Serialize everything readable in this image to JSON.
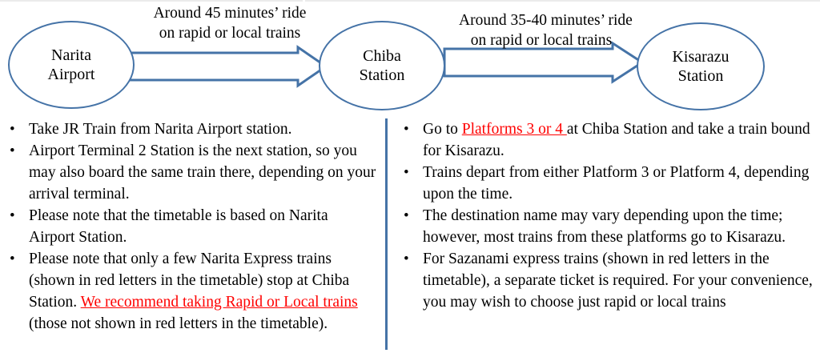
{
  "diagram": {
    "nodes": [
      {
        "name": "narita-airport",
        "line1": "Narita",
        "line2": "Airport"
      },
      {
        "name": "chiba-station",
        "line1": "Chiba",
        "line2": "Station"
      },
      {
        "name": "kisarazu-station",
        "line1": "Kisarazu",
        "line2": "Station"
      }
    ],
    "edges": [
      {
        "name": "narita-to-chiba",
        "line1": "Around 45 minutes’ ride",
        "line2": "on rapid or local trains"
      },
      {
        "name": "chiba-to-kisarazu",
        "line1": "Around 35-40 minutes’ ride",
        "line2": "on rapid or local trains"
      }
    ]
  },
  "colors": {
    "shape_stroke": "#4573A7",
    "divider": "#4573A7",
    "highlight_text": "#FF0000",
    "body_text": "#000000",
    "background": "#FFFFFF"
  },
  "left_column": {
    "bullets": [
      {
        "id": "take-jr-train",
        "parts": [
          {
            "text": "Take JR Train from Narita Airport station.",
            "style": "normal"
          }
        ]
      },
      {
        "id": "airport-terminal-2",
        "parts": [
          {
            "text": "Airport Terminal 2 Station is the next station, so you may also board the same train there, depending on your arrival terminal.",
            "style": "normal"
          }
        ]
      },
      {
        "id": "timetable-based-on-narita",
        "parts": [
          {
            "text": "Please note that the timetable is based on Narita Airport Station.",
            "style": "normal"
          }
        ]
      },
      {
        "id": "narita-express-note",
        "parts": [
          {
            "text": "Please note that only a few Narita Express trains (shown in red letters in the timetable) stop at Chiba Station. ",
            "style": "normal"
          },
          {
            "text": "We recommend taking Rapid or Local trains",
            "style": "highlight"
          },
          {
            "text": " (those not shown in red letters in the timetable).",
            "style": "normal"
          }
        ]
      }
    ]
  },
  "right_column": {
    "bullets": [
      {
        "id": "go-to-platforms",
        "parts": [
          {
            "text": "Go to ",
            "style": "normal"
          },
          {
            "text": "Platforms 3 or 4 ",
            "style": "highlight"
          },
          {
            "text": "at Chiba Station and take a train bound for Kisarazu.",
            "style": "normal"
          }
        ]
      },
      {
        "id": "trains-depart-platform",
        "parts": [
          {
            "text": "Trains depart from either Platform 3 or Platform 4, depending upon the time.",
            "style": "normal"
          }
        ]
      },
      {
        "id": "destination-name-varies",
        "parts": [
          {
            "text": "The destination name may vary depending upon the time; however, most trains from these platforms go to Kisarazu.",
            "style": "normal"
          }
        ]
      },
      {
        "id": "sazanami-express-ticket",
        "parts": [
          {
            "text": "For Sazanami express trains (shown in red letters in the timetable), a separate ticket is required. For your convenience, you may wish to choose just rapid or local trains",
            "style": "normal"
          }
        ]
      }
    ]
  }
}
